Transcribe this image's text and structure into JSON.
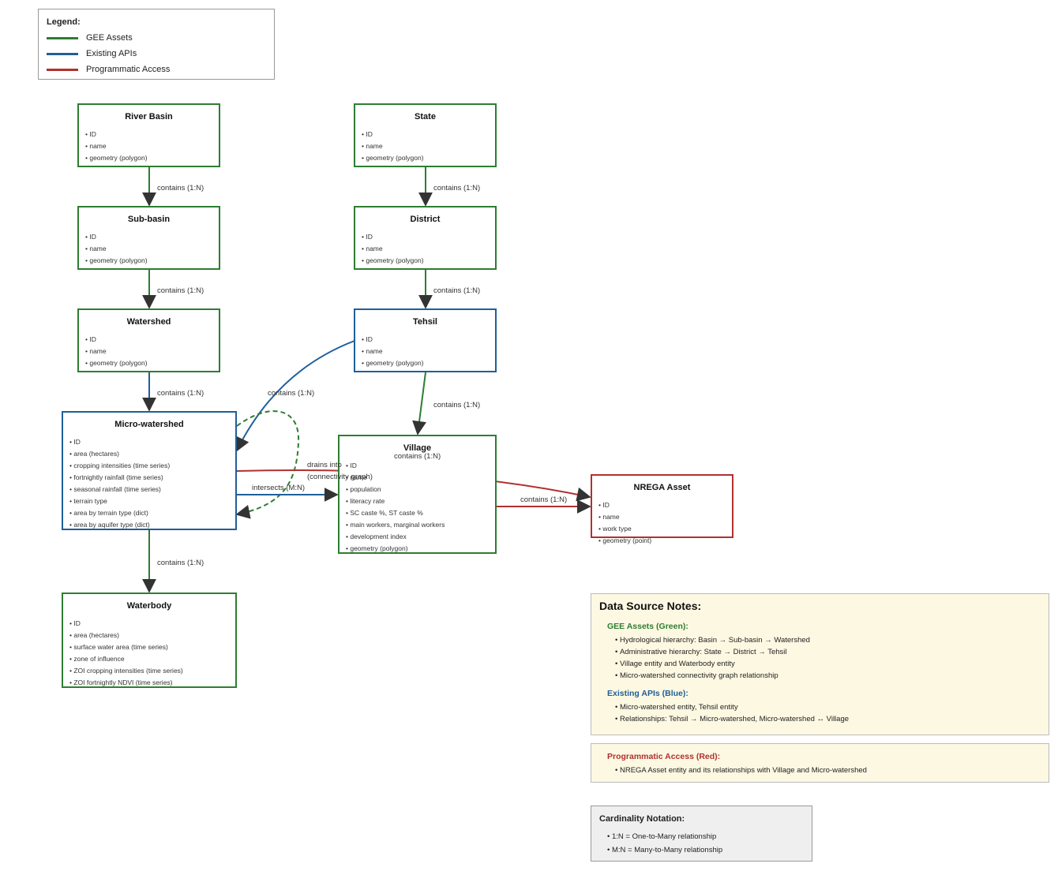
{
  "legend": {
    "title": "Legend:",
    "items": [
      {
        "label": "GEE Assets",
        "color": "#2e7d32"
      },
      {
        "label": "Existing APIs",
        "color": "#1f5f9a"
      },
      {
        "label": "Programmatic Access",
        "color": "#b03030"
      }
    ]
  },
  "entities": {
    "river_basin": {
      "title": "River Basin",
      "attributes": [
        "ID",
        "name",
        "geometry (polygon)"
      ]
    },
    "sub_basin": {
      "title": "Sub-basin",
      "attributes": [
        "ID",
        "name",
        "geometry (polygon)"
      ]
    },
    "watershed": {
      "title": "Watershed",
      "attributes": [
        "ID",
        "name",
        "geometry (polygon)"
      ]
    },
    "micro_watershed": {
      "title": "Micro-watershed",
      "attributes": [
        "ID",
        "area (hectares)",
        "cropping intensities (time series)",
        "fortnightly rainfall (time series)",
        "seasonal rainfall (time series)",
        "terrain type",
        "area by terrain type (dict)",
        "area by aquifer type (dict)"
      ]
    },
    "waterbody": {
      "title": "Waterbody",
      "attributes": [
        "ID",
        "area (hectares)",
        "surface water area (time series)",
        "zone of influence",
        "ZOI cropping intensities (time series)",
        "ZOI fortnightly NDVI (time series)"
      ]
    },
    "state": {
      "title": "State",
      "attributes": [
        "ID",
        "name",
        "geometry (polygon)"
      ]
    },
    "district": {
      "title": "District",
      "attributes": [
        "ID",
        "name",
        "geometry (polygon)"
      ]
    },
    "tehsil": {
      "title": "Tehsil",
      "attributes": [
        "ID",
        "name",
        "geometry (polygon)"
      ]
    },
    "village": {
      "title": "Village",
      "attributes": [
        "ID",
        "name",
        "population",
        "literacy rate",
        "SC caste %, ST caste %",
        "main workers, marginal workers",
        "development index",
        "geometry (polygon)"
      ]
    },
    "nrega_asset": {
      "title": "NREGA Asset",
      "attributes": [
        "ID",
        "name",
        "work type",
        "geometry (point)"
      ]
    }
  },
  "edge_labels": {
    "basin_subbasin": "contains (1:N)",
    "subbasin_watershed": "contains (1:N)",
    "watershed_micro": "contains (1:N)",
    "micro_waterbody": "contains (1:N)",
    "state_district": "contains (1:N)",
    "district_tehsil": "contains (1:N)",
    "tehsil_village": "contains (1:N)",
    "tehsil_micro": "contains (1:N)",
    "micro_self_1": "drains into",
    "micro_self_2": "(connectivity graph)",
    "micro_village": "intersects (M:N)",
    "village_nrega": "contains (1:N)",
    "micro_nrega": "contains (1:N)"
  },
  "notes": {
    "title": "Data Source Notes:",
    "gee": {
      "heading": "GEE Assets (Green):",
      "color": "#2e7d32",
      "items": [
        "Hydrological hierarchy: Basin → Sub-basin → Watershed",
        "Administrative hierarchy: State → District → Tehsil",
        "Village entity and Waterbody entity",
        "Micro-watershed connectivity graph relationship"
      ]
    },
    "api": {
      "heading": "Existing APIs (Blue):",
      "color": "#1f5f9a",
      "items": [
        "Micro-watershed entity, Tehsil entity",
        "Relationships: Tehsil → Micro-watershed, Micro-watershed ↔ Village"
      ]
    },
    "prog": {
      "heading": "Programmatic Access (Red):",
      "color": "#b03030",
      "items": [
        "NREGA Asset entity and its relationships with Village and Micro-watershed"
      ]
    }
  },
  "cardinality": {
    "title": "Cardinality Notation:",
    "items": [
      "1:N = One-to-Many relationship",
      "M:N = Many-to-Many relationship"
    ]
  }
}
